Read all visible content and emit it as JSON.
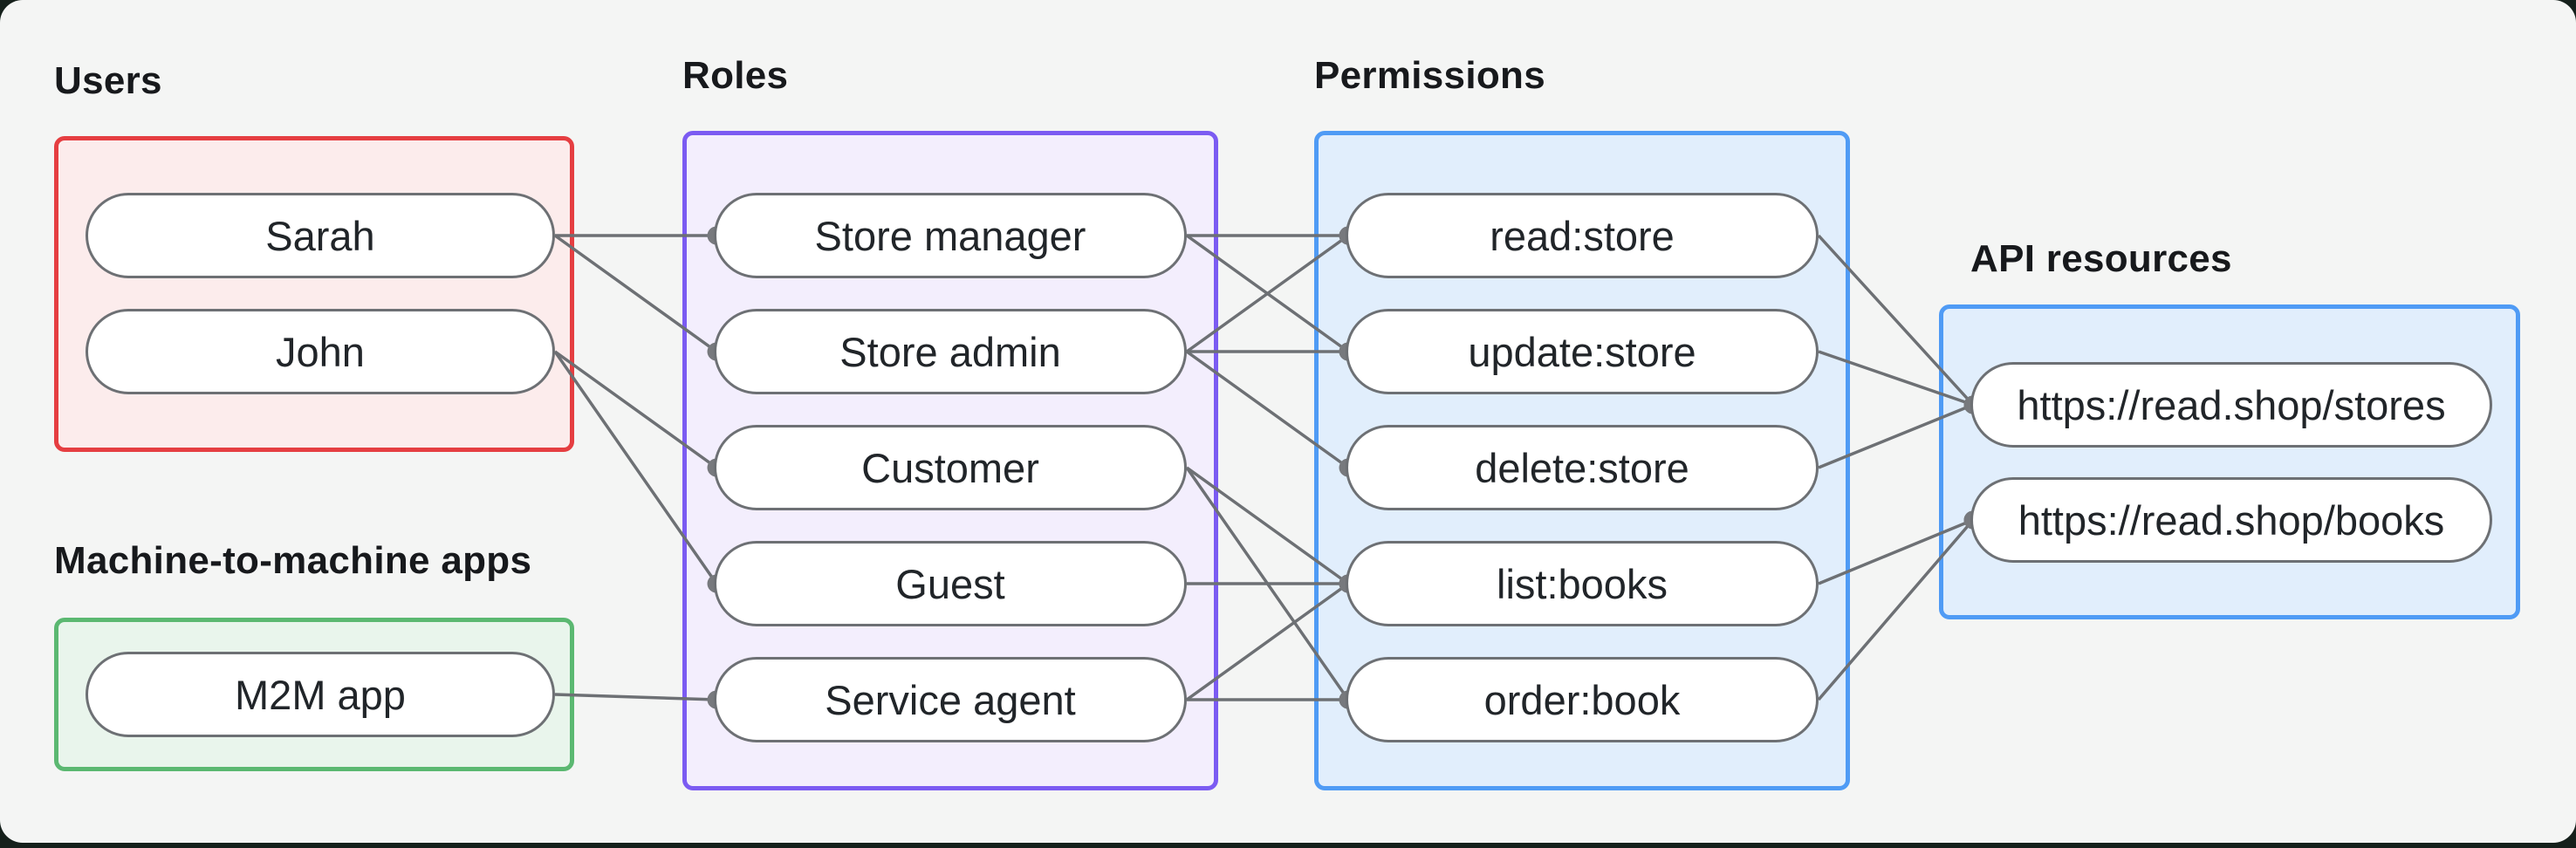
{
  "canvas": {
    "background_color": "#f4f5f4",
    "frame_color": "#15201b"
  },
  "edge_style": {
    "line_color": "#6d7074",
    "dot_color": "#77797d"
  },
  "node_style": {
    "fill": "#ffffff",
    "border_color": "#6d7074",
    "text_color": "#212529"
  },
  "groups": [
    {
      "id": "users",
      "label": "Users",
      "border_color": "#e53e41",
      "fill_color": "#fcecec",
      "nodes": [
        {
          "id": "sarah",
          "label": "Sarah"
        },
        {
          "id": "john",
          "label": "John"
        }
      ]
    },
    {
      "id": "m2m",
      "label": "Machine-to-machine apps",
      "border_color": "#5bb871",
      "fill_color": "#e9f5ec",
      "nodes": [
        {
          "id": "m2m_app",
          "label": "M2M app"
        }
      ]
    },
    {
      "id": "roles",
      "label": "Roles",
      "border_color": "#7b5bf2",
      "fill_color": "#f3eefd",
      "nodes": [
        {
          "id": "store_manager",
          "label": "Store manager"
        },
        {
          "id": "store_admin",
          "label": "Store admin"
        },
        {
          "id": "customer",
          "label": "Customer"
        },
        {
          "id": "guest",
          "label": "Guest"
        },
        {
          "id": "service_agent",
          "label": "Service agent"
        }
      ]
    },
    {
      "id": "permissions",
      "label": "Permissions",
      "border_color": "#4f9bf5",
      "fill_color": "#e1eefc",
      "nodes": [
        {
          "id": "read_store",
          "label": "read:store"
        },
        {
          "id": "update_store",
          "label": "update:store"
        },
        {
          "id": "delete_store",
          "label": "delete:store"
        },
        {
          "id": "list_books",
          "label": "list:books"
        },
        {
          "id": "order_book",
          "label": "order:book"
        }
      ]
    },
    {
      "id": "api",
      "label": "API resources",
      "border_color": "#4f9bf5",
      "fill_color": "#e1eefc",
      "nodes": [
        {
          "id": "stores_api",
          "label": "https://read.shop/stores"
        },
        {
          "id": "books_api",
          "label": "https://read.shop/books"
        }
      ]
    }
  ],
  "edges": [
    {
      "from": "sarah",
      "to": "store_manager"
    },
    {
      "from": "sarah",
      "to": "store_admin"
    },
    {
      "from": "john",
      "to": "customer"
    },
    {
      "from": "john",
      "to": "guest"
    },
    {
      "from": "m2m_app",
      "to": "service_agent"
    },
    {
      "from": "store_manager",
      "to": "read_store"
    },
    {
      "from": "store_manager",
      "to": "update_store"
    },
    {
      "from": "store_admin",
      "to": "read_store"
    },
    {
      "from": "store_admin",
      "to": "update_store"
    },
    {
      "from": "store_admin",
      "to": "delete_store"
    },
    {
      "from": "customer",
      "to": "list_books"
    },
    {
      "from": "customer",
      "to": "order_book"
    },
    {
      "from": "guest",
      "to": "list_books"
    },
    {
      "from": "service_agent",
      "to": "list_books"
    },
    {
      "from": "service_agent",
      "to": "order_book"
    },
    {
      "from": "read_store",
      "to": "stores_api"
    },
    {
      "from": "update_store",
      "to": "stores_api"
    },
    {
      "from": "delete_store",
      "to": "stores_api"
    },
    {
      "from": "list_books",
      "to": "books_api"
    },
    {
      "from": "order_book",
      "to": "books_api"
    }
  ]
}
